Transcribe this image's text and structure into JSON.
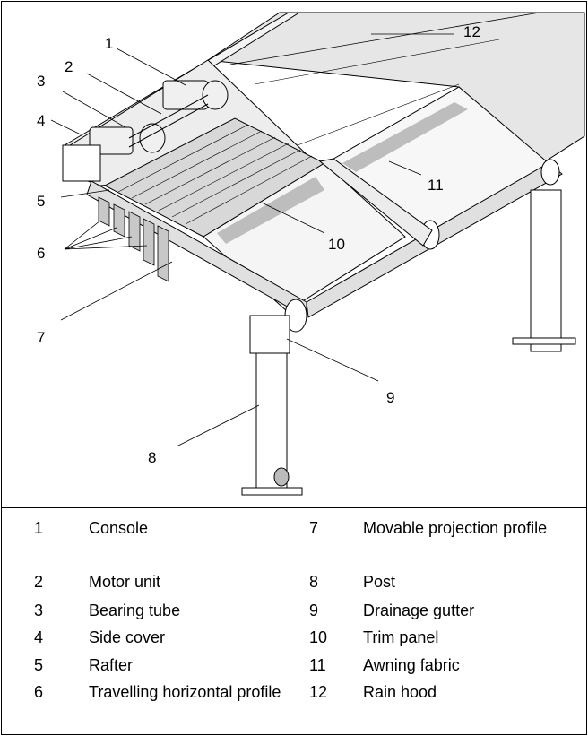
{
  "figure": {
    "callouts": [
      "1",
      "2",
      "3",
      "4",
      "5",
      "6",
      "7",
      "8",
      "9",
      "10",
      "11",
      "12"
    ],
    "colors": {
      "roof": "#e6e6e6",
      "fabric": "#c9c9c9",
      "line": "#000000"
    }
  },
  "legend": {
    "left": [
      {
        "num": "1",
        "label": "Console"
      },
      {
        "num": "2",
        "label": "Motor unit"
      },
      {
        "num": "3",
        "label": "Bearing tube"
      },
      {
        "num": "4",
        "label": "Side cover"
      },
      {
        "num": "5",
        "label": "Rafter"
      },
      {
        "num": "6",
        "label": "Travelling horizontal profile"
      }
    ],
    "right": [
      {
        "num": "7",
        "label": "Movable projection profile"
      },
      {
        "num": "8",
        "label": "Post"
      },
      {
        "num": "9",
        "label": "Drainage gutter"
      },
      {
        "num": "10",
        "label": "Trim panel"
      },
      {
        "num": "11",
        "label": "Awning fabric"
      },
      {
        "num": "12",
        "label": "Rain hood"
      }
    ]
  }
}
